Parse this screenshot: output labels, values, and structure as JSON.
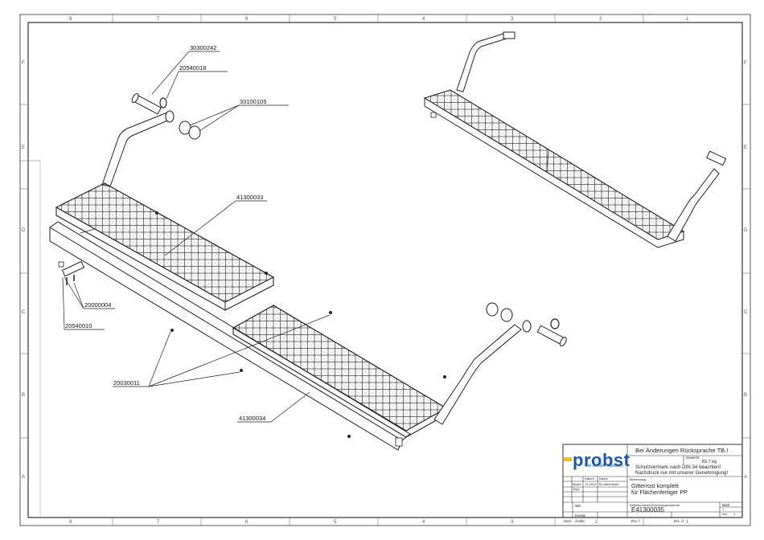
{
  "zones": {
    "top": [
      "8",
      "7",
      "6",
      "5",
      "4",
      "3",
      "2",
      "1"
    ],
    "bottom": [
      "8",
      "7",
      "6",
      "5",
      "4",
      "3",
      "2",
      "1"
    ],
    "left": [
      "F",
      "E",
      "D",
      "C",
      "B",
      "A"
    ],
    "right": [
      "F",
      "E",
      "D",
      "C",
      "B",
      "A"
    ]
  },
  "callouts": {
    "pin": "30300242",
    "clip": "20540018",
    "bushing": "33100105",
    "grate_upper": "41300033",
    "bolt": "20000004",
    "bolt_clip": "20540010",
    "screws": "20030011",
    "grate_lower": "41300034"
  },
  "title_block": {
    "logo": {
      "brand": "probst",
      "tagline": "the better solution"
    },
    "notice": "Bei Änderungen Rücksprache TB.!",
    "weight_label": "Gewicht",
    "weight": "83,7 kg",
    "protection_1": "Schutzvermerk nach DIN 34 beachten!",
    "protection_2": "Nachdruck nur mit unserer Genehmigung!",
    "date_label": "Datum",
    "name_label": "Name",
    "row_drawn": "Bearb",
    "row_checked": "Gepr.",
    "date_value": "13.2011",
    "name_value": "M.Kaltenbach",
    "designation_label": "Benennung",
    "title_1": "Gitterrost komplett",
    "title_2": "für Flächenfertiger PP",
    "drawing_no_label": "Artikelnummer/Zeichnungsnummer",
    "drawing_no": "E41300035",
    "sheet_label": "Blatt",
    "sheet_value": "1",
    "sheets_label": "von",
    "sheets_value": "1",
    "wn_label": "WN",
    "customer_label": "Kunde",
    "zust": "Zust.",
    "aend": "Änder.",
    "ers_fuer": "Ers. f.",
    "ers_durch": "Ers. d."
  }
}
